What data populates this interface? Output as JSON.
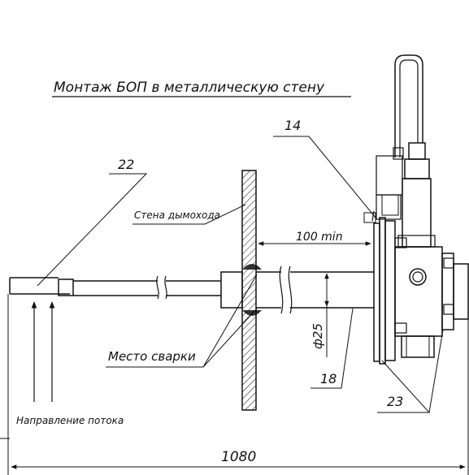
{
  "title": "Монтаж БОП в металлическую стену",
  "labels": {
    "part_14": "14",
    "part_22": "22",
    "part_18": "18",
    "part_23": "23",
    "wall": "Стена дымохода",
    "weld": "Место сварки",
    "flow": "Направление потока",
    "dim_min": "100 min",
    "dim_diameter": "ф25",
    "dim_total": "1080"
  },
  "colors": {
    "line": "#111111",
    "background": "#ffffff"
  }
}
